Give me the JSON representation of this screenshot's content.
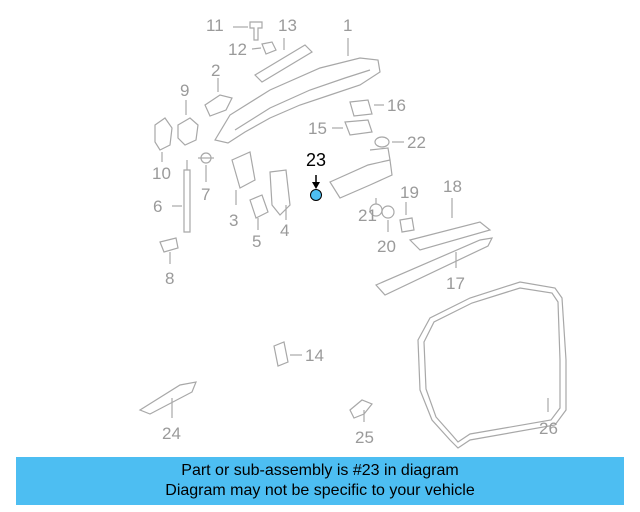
{
  "callouts": {
    "n1": "1",
    "n2": "2",
    "n3": "3",
    "n4": "4",
    "n5": "5",
    "n6": "6",
    "n7": "7",
    "n8": "8",
    "n9": "9",
    "n10": "10",
    "n11": "11",
    "n12": "12",
    "n13": "13",
    "n14": "14",
    "n15": "15",
    "n16": "16",
    "n17": "17",
    "n18": "18",
    "n19": "19",
    "n20": "20",
    "n21": "21",
    "n22": "22",
    "n23": "23",
    "n24": "24",
    "n25": "25",
    "n26": "26"
  },
  "highlight": {
    "part": "23",
    "color": "#4dbef2"
  },
  "banner": {
    "line1": "Part or sub-assembly is #23 in diagram",
    "line2": "Diagram may not be specific to your vehicle"
  }
}
